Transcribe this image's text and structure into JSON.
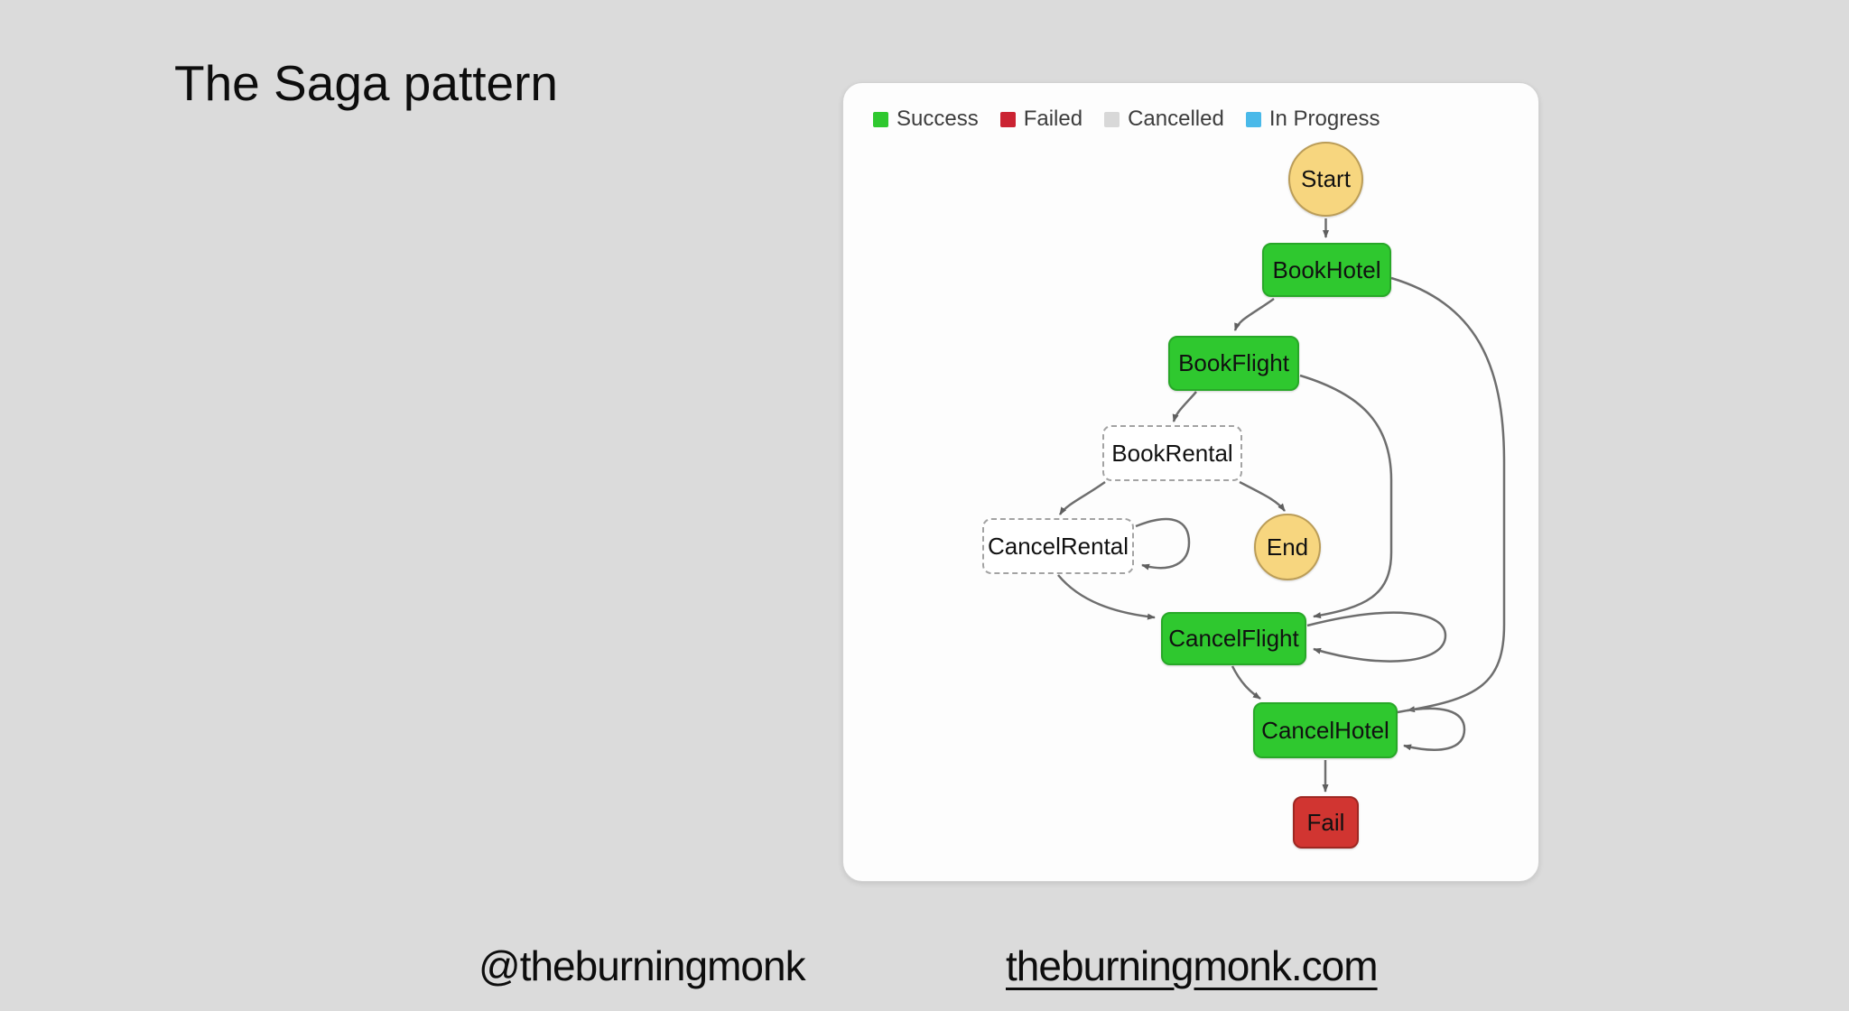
{
  "slide": {
    "title": "The Saga pattern",
    "footer": {
      "handle": "@theburningmonk",
      "website": "theburningmonk.com"
    }
  },
  "legend": [
    {
      "label": "Success",
      "color": "#2fc82f"
    },
    {
      "label": "Failed",
      "color": "#cb2332"
    },
    {
      "label": "Cancelled",
      "color": "#d8d8d8"
    },
    {
      "label": "In Progress",
      "color": "#49b9e9"
    }
  ],
  "diagram": {
    "nodes": [
      {
        "id": "start",
        "label": "Start",
        "shape": "circle",
        "style": "start-end"
      },
      {
        "id": "book-hotel",
        "label": "BookHotel",
        "shape": "box",
        "style": "success"
      },
      {
        "id": "book-flight",
        "label": "BookFlight",
        "shape": "box",
        "style": "success"
      },
      {
        "id": "book-rental",
        "label": "BookRental",
        "shape": "dashed-box",
        "style": "not-run"
      },
      {
        "id": "cancel-rental",
        "label": "CancelRental",
        "shape": "dashed-box",
        "style": "not-run"
      },
      {
        "id": "end",
        "label": "End",
        "shape": "circle",
        "style": "start-end"
      },
      {
        "id": "cancel-flight",
        "label": "CancelFlight",
        "shape": "box",
        "style": "success"
      },
      {
        "id": "cancel-hotel",
        "label": "CancelHotel",
        "shape": "box",
        "style": "success"
      },
      {
        "id": "fail",
        "label": "Fail",
        "shape": "box",
        "style": "failed"
      }
    ],
    "edges": [
      {
        "from": "Start",
        "to": "BookHotel"
      },
      {
        "from": "BookHotel",
        "to": "BookFlight"
      },
      {
        "from": "BookHotel",
        "to": "CancelHotel"
      },
      {
        "from": "BookFlight",
        "to": "BookRental"
      },
      {
        "from": "BookFlight",
        "to": "CancelFlight"
      },
      {
        "from": "BookRental",
        "to": "CancelRental"
      },
      {
        "from": "BookRental",
        "to": "End"
      },
      {
        "from": "CancelRental",
        "to": "CancelRental"
      },
      {
        "from": "CancelRental",
        "to": "CancelFlight"
      },
      {
        "from": "CancelFlight",
        "to": "CancelFlight"
      },
      {
        "from": "CancelFlight",
        "to": "CancelHotel"
      },
      {
        "from": "CancelHotel",
        "to": "CancelHotel"
      },
      {
        "from": "CancelHotel",
        "to": "Fail"
      }
    ]
  },
  "colors": {
    "page_background": "#dbdbdb",
    "card_background": "#fdfdfd",
    "success_fill": "#2fc82f",
    "success_border": "#28a828",
    "failed_fill": "#d13531",
    "failed_border": "#9e2722",
    "start_end_fill": "#f7d67f",
    "start_end_border": "#bb9d58",
    "dashed_border": "#a3a3a3",
    "edge_stroke": "#6e6e6e"
  }
}
